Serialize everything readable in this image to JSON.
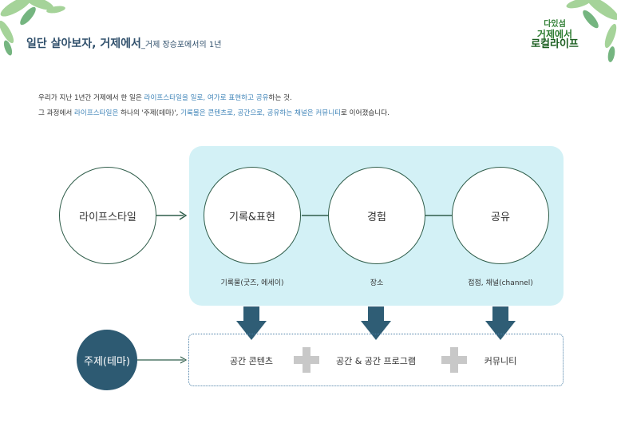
{
  "header": {
    "title_main": "일단 살아보자, 거제에서",
    "title_sub": "_거제 장승포에서의 1년",
    "logo_line1": "다있섬",
    "logo_line2": "거제에서",
    "logo_line3": "로컬라이프"
  },
  "intro": {
    "line1": [
      {
        "text": "우리가 지난 1년간 거제에서 한 일은 ",
        "hl": false
      },
      {
        "text": "라이프스타일을 일로, 여가로 표현하고 공유",
        "hl": true
      },
      {
        "text": "하는 것.",
        "hl": false
      }
    ],
    "line2": [
      {
        "text": "그 과정에서 ",
        "hl": false
      },
      {
        "text": "라이프스타일은",
        "hl": true
      },
      {
        "text": " 하나의 '주제(테마)', ",
        "hl": false
      },
      {
        "text": "기록물은 콘텐츠로, 공간으로, 공유하는 채널은 커뮤니티",
        "hl": true
      },
      {
        "text": "로 이어졌습니다.",
        "hl": false
      }
    ]
  },
  "diagram": {
    "lifestyle": "라이프스타일",
    "nodes": [
      {
        "label": "기록&표현",
        "caption": "기록물(굿즈, 에세이)"
      },
      {
        "label": "경험",
        "caption": "장소"
      },
      {
        "label": "공유",
        "caption": "접점, 채널(channel)"
      }
    ],
    "theme": "주제(테마)",
    "bottom": [
      "공간 콘텐츠",
      "공간 & 공간 프로그램",
      "커뮤니티"
    ]
  },
  "colors": {
    "panel": "#d3f1f6",
    "circle_stroke": "#2f5d4a",
    "arrow": "#2f5d75",
    "theme_circle": "#2d5a72",
    "highlight": "#3f84b8"
  }
}
